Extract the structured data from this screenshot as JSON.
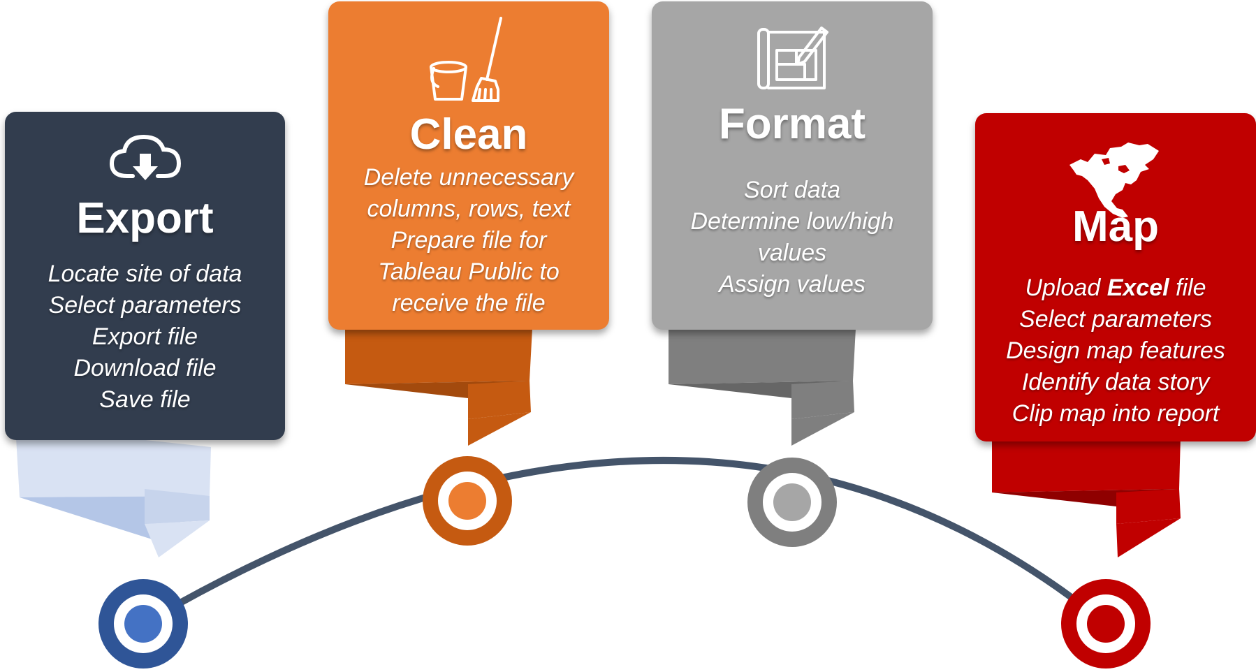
{
  "colors": {
    "track": "#44546a",
    "export": "#323d4e",
    "export_ribbon": "#d9e2f3",
    "export_node_ring": "#2f5597",
    "export_node_dot": "#4472c4",
    "clean": "#ec7d31",
    "clean_ribbon": "#c55a11",
    "clean_node_ring": "#c55a11",
    "format": "#a6a6a6",
    "format_ribbon": "#7f7f7f",
    "format_node_ring": "#7f7f7f",
    "map": "#c00000",
    "map_ribbon": "#c00000",
    "map_node_ring": "#c00000"
  },
  "steps": [
    {
      "id": "export",
      "title": "Export",
      "icon": "cloud-download-icon",
      "lines": [
        "Locate site of data",
        "Select parameters",
        "Export file",
        "Download file",
        "Save file"
      ]
    },
    {
      "id": "clean",
      "title": "Clean",
      "icon": "bucket-broom-icon",
      "lines": [
        "Delete unnecessary",
        "columns, rows, text",
        "Prepare file for",
        "Tableau Public to",
        "receive the file"
      ]
    },
    {
      "id": "format",
      "title": "Format",
      "icon": "blueprint-pencil-icon",
      "lines": [
        "Sort data",
        "Determine low/high",
        "values",
        "Assign values"
      ]
    },
    {
      "id": "map",
      "title": "Map",
      "icon": "north-america-map-icon",
      "lines_rich": [
        {
          "before": "Upload ",
          "bold": "Excel",
          "after": " file"
        }
      ],
      "lines": [
        "Select parameters",
        "Design map features",
        "Identify data story",
        "Clip map into report"
      ]
    }
  ]
}
